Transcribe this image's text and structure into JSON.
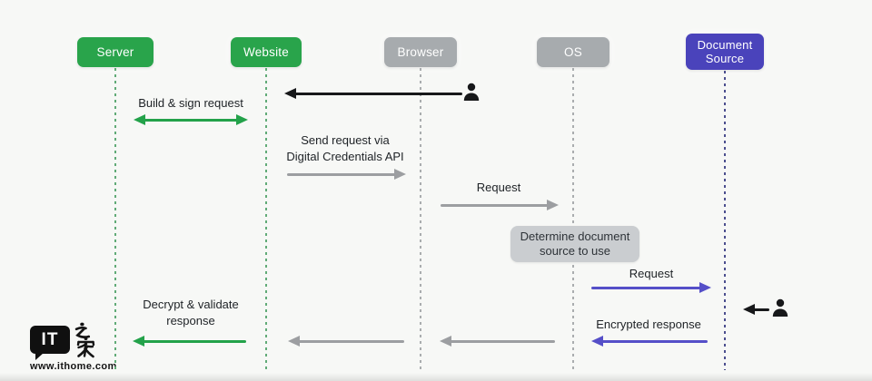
{
  "diagram": {
    "actors": [
      {
        "id": "server",
        "label": "Server",
        "box_color": "#29a44b",
        "text_color": "#ffffff",
        "lifeline_color": "#61ab77"
      },
      {
        "id": "website",
        "label": "Website",
        "box_color": "#29a44b",
        "text_color": "#ffffff",
        "lifeline_color": "#61ab77"
      },
      {
        "id": "browser",
        "label": "Browser",
        "box_color": "#a7abae",
        "text_color": "#ffffff",
        "lifeline_color": "#aaadaf"
      },
      {
        "id": "os",
        "label": "OS",
        "box_color": "#a7abae",
        "text_color": "#ffffff",
        "lifeline_color": "#aaadaf"
      },
      {
        "id": "doc-source",
        "label": "Document Source",
        "box_color": "#4a43bb",
        "text_color": "#ffffff",
        "lifeline_color": "#4b4e8e"
      }
    ],
    "messages": [
      {
        "name": "user-activates-website",
        "from": "user",
        "to": "website",
        "label": "",
        "color": "#17181a"
      },
      {
        "name": "build-sign-request",
        "from": "server",
        "to": "website",
        "label": "Build & sign request",
        "color": "#23a24a"
      },
      {
        "name": "send-request-via-api",
        "from": "website",
        "to": "browser",
        "label": "Send request via\nDigital Credentials API",
        "color": "#9c9ea1"
      },
      {
        "name": "request-browser-to-os",
        "from": "browser",
        "to": "os",
        "label": "Request",
        "color": "#9c9ea1"
      },
      {
        "name": "request-os-to-doc",
        "from": "os",
        "to": "doc-source",
        "label": "Request",
        "color": "#554fc8"
      },
      {
        "name": "user-approves-doc",
        "from": "user",
        "to": "doc-source",
        "label": "",
        "color": "#17181a"
      },
      {
        "name": "encrypted-response",
        "from": "doc-source",
        "to": "os",
        "label": "Encrypted response",
        "color": "#554fc8"
      },
      {
        "name": "response-os-to-browser",
        "from": "os",
        "to": "browser",
        "label": "",
        "color": "#9c9ea1"
      },
      {
        "name": "response-browser-to-website",
        "from": "browser",
        "to": "website",
        "label": "",
        "color": "#9c9ea1"
      },
      {
        "name": "decrypt-validate-response",
        "from": "website",
        "to": "server",
        "label": "Decrypt & validate\nresponse",
        "color": "#23a24a"
      }
    ],
    "note": {
      "name": "determine-doc-source",
      "label": "Determine document\nsource to use",
      "bg": "#cacdd0",
      "text_color": "#2e3338"
    }
  },
  "watermark": {
    "logo_text": "IT",
    "logo_cn": "之家",
    "url": "www.ithome.com"
  }
}
